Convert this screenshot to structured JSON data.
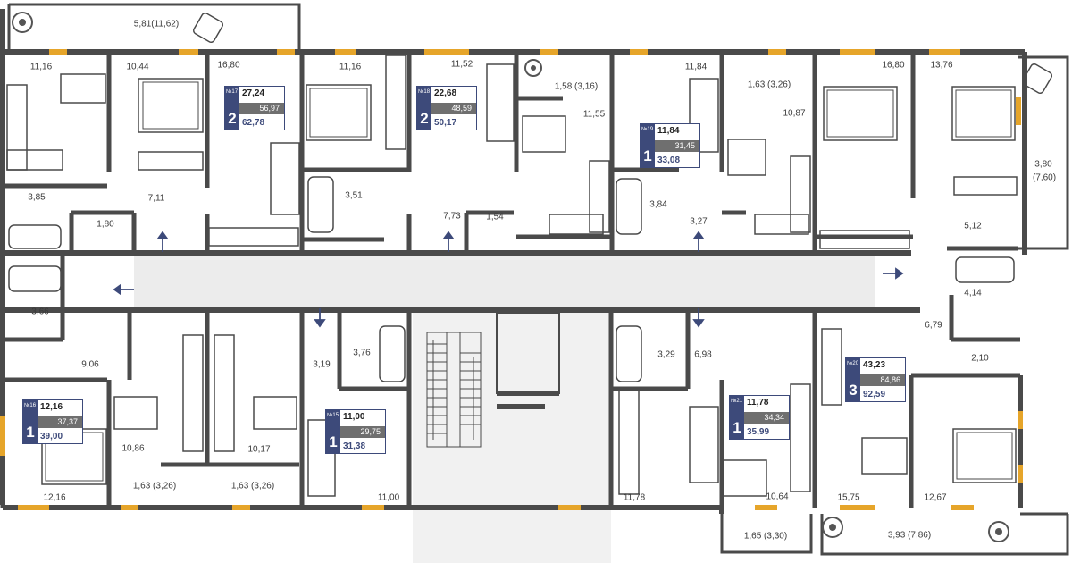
{
  "plan": {
    "colors": {
      "wall": "#4a4a4a",
      "window": "#e6a52a",
      "badge": "#3d4a7a",
      "badge_area": "#6f6f6f",
      "corridor": "#ececec",
      "arrow": "#3d4a7a"
    },
    "apartments": [
      {
        "no": "№17",
        "rooms": "2",
        "living": "27,24",
        "total": "56,97",
        "total_with_balcony": "62,78"
      },
      {
        "no": "№18",
        "rooms": "2",
        "living": "22,68",
        "total": "48,59",
        "total_with_balcony": "50,17"
      },
      {
        "no": "№19",
        "rooms": "1",
        "living": "11,84",
        "total": "31,45",
        "total_with_balcony": "33,08"
      },
      {
        "no": "№16",
        "rooms": "1",
        "living": "12,16",
        "total": "37,37",
        "total_with_balcony": "39,00"
      },
      {
        "no": "№15",
        "rooms": "1",
        "living": "11,00",
        "total": "29,75",
        "total_with_balcony": "31,38"
      },
      {
        "no": "№21",
        "rooms": "1",
        "living": "11,78",
        "total": "34,34",
        "total_with_balcony": "35,99"
      },
      {
        "no": "№20",
        "rooms": "3",
        "living": "43,23",
        "total": "84,86",
        "total_with_balcony": "92,59"
      }
    ],
    "room_areas": [
      "5,81(11,62)",
      "11,16",
      "10,44",
      "16,80",
      "11,16",
      "11,52",
      "1,58 (3,16)",
      "11,55",
      "11,84",
      "1,63 (3,26)",
      "10,87",
      "16,80",
      "13,76",
      "3,85",
      "7,11",
      "1,80",
      "3,51",
      "7,73",
      "1,54",
      "3,84",
      "3,27",
      "5,12",
      "3,80",
      "(7,60)",
      "3,66",
      "9,06",
      "3,19",
      "3,76",
      "3,29",
      "6,98",
      "6,79",
      "4,14",
      "2,10",
      "10,86",
      "10,17",
      "12,16",
      "1,63 (3,26)",
      "1,63 (3,26)",
      "11,00",
      "11,78",
      "10,64",
      "15,75",
      "12,67",
      "1,65 (3,30)",
      "3,93 (7,86)"
    ]
  }
}
